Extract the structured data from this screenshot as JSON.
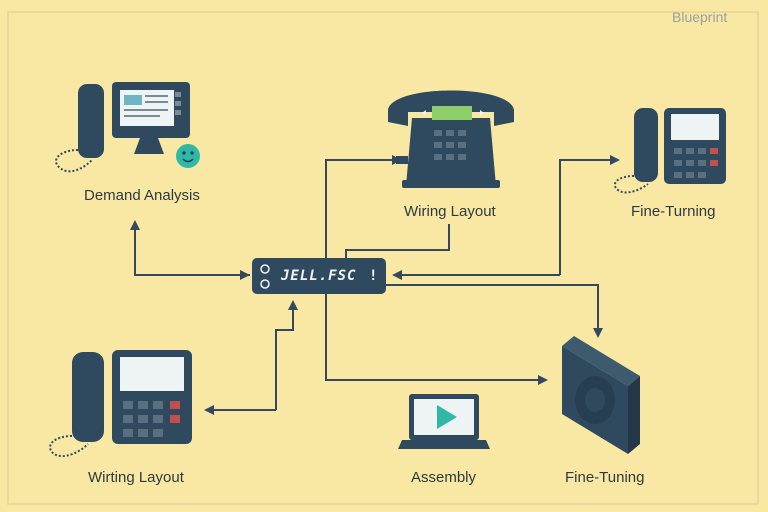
{
  "title_tag": "Blueprint",
  "labels": {
    "demand_analysis": "Demand Analysis",
    "wiring_layout_top": "Wiring Layout",
    "fine_turning": "Fine-Turning",
    "wirting_layout": "Wirting Layout",
    "assembly": "Assembly",
    "fine_tuning": "Fine-Tuning"
  },
  "hub": {
    "text": "JELL.FSC",
    "suffix": "!"
  },
  "colors": {
    "background": "#f8e8a4",
    "device": "#2f4a5e",
    "line": "#34495e",
    "screen_green": "#8ccf6a",
    "accent_teal": "#2fb8a8",
    "key_red": "#c0504d"
  },
  "icons": [
    "desk-phone-monitor-icon",
    "smiley-icon",
    "desk-phone-icon",
    "router-hub-icon",
    "laptop-play-icon",
    "speaker-box-icon"
  ]
}
